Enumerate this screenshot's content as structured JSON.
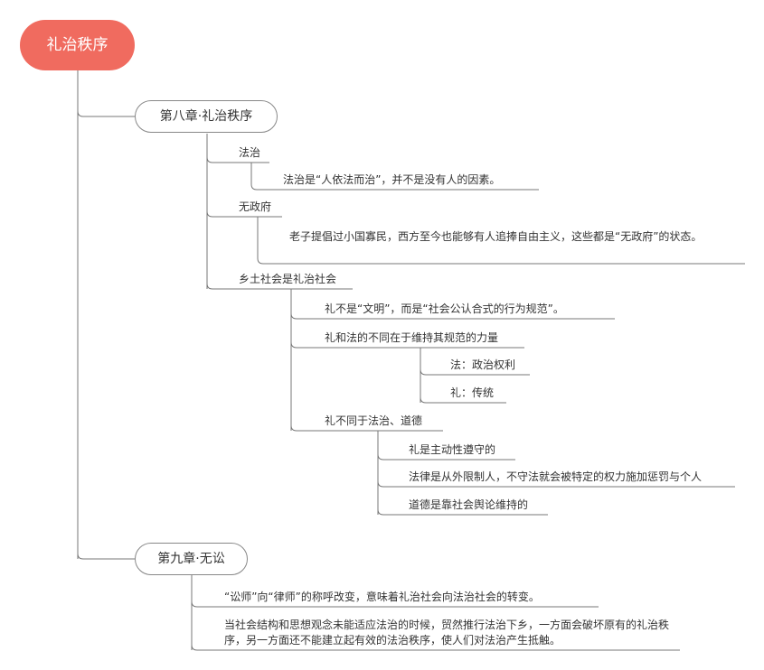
{
  "root": {
    "label": "礼治秩序"
  },
  "chapter8": {
    "label": "第八章·礼治秩序",
    "fazhi": {
      "label": "法治",
      "note": "法治是“人依法而治”，并不是没有人的因素。"
    },
    "wuzhengfu": {
      "label": "无政府",
      "note": "老子提倡过小国寡民，西方至今也能够有人追捧自由主义，这些都是“无政府”的状态。"
    },
    "xiangtu": {
      "label": "乡土社会是礼治社会",
      "li_not_wenming": "礼不是“文明”，而是“社会公认合式的行为规范”。",
      "difference": {
        "label": "礼和法的不同在于维持其规范的力量",
        "fa": "法：政治权利",
        "li": "礼：传统"
      },
      "li_vs_fazhi_daode": {
        "label": "礼不同于法治、道德",
        "item1": "礼是主动性遵守的",
        "item2": "法律是从外限制人，不守法就会被特定的权力施加惩罚与个人",
        "item3": "道德是靠社会舆论维持的"
      }
    }
  },
  "chapter9": {
    "label": "第九章·无讼",
    "note1": "“讼师”向“律师”的称呼改变，意味着礼治社会向法治社会的转变。",
    "note2": "当社会结构和思想观念未能适应法治的时候，贸然推行法治下乡，一方面会破坏原有的礼治秩序，另一方面还不能建立起有效的法治秩序，使人们对法治产生抵触。"
  }
}
